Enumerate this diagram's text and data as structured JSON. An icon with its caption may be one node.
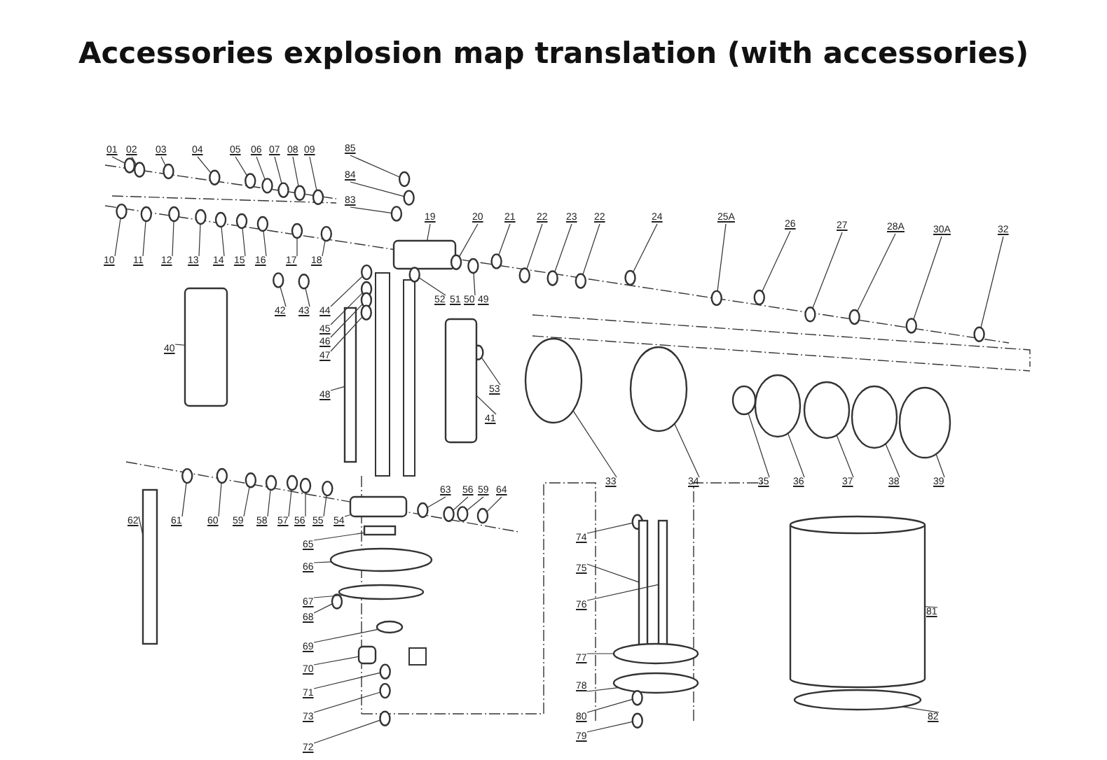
{
  "diagram": {
    "title": "Accessories explosion map translation (with accessories)",
    "nodes": [
      {
        "text": [
          "01"
        ]
      },
      {
        "text": [
          "02"
        ]
      },
      {
        "text": [
          "03"
        ]
      },
      {
        "text": [
          "04"
        ]
      },
      {
        "text": [
          "05"
        ]
      },
      {
        "text": [
          "06"
        ]
      },
      {
        "text": [
          "07"
        ]
      },
      {
        "text": [
          "08"
        ]
      },
      {
        "text": [
          "09"
        ]
      },
      {
        "text": [
          "10"
        ]
      },
      {
        "text": [
          "11"
        ]
      },
      {
        "text": [
          "12"
        ]
      },
      {
        "text": [
          "13"
        ]
      },
      {
        "text": [
          "14"
        ]
      },
      {
        "text": [
          "15"
        ]
      },
      {
        "text": [
          "16"
        ]
      },
      {
        "text": [
          "17"
        ]
      },
      {
        "text": [
          "18"
        ]
      },
      {
        "text": [
          "85"
        ]
      },
      {
        "text": [
          "84"
        ]
      },
      {
        "text": [
          "83"
        ]
      },
      {
        "text": [
          "19"
        ]
      },
      {
        "text": [
          "20"
        ]
      },
      {
        "text": [
          "21"
        ]
      },
      {
        "text": [
          "22"
        ]
      },
      {
        "text": [
          "23"
        ]
      },
      {
        "text": [
          "22"
        ]
      },
      {
        "text": [
          "24"
        ]
      },
      {
        "text": [
          "25A"
        ]
      },
      {
        "text": [
          "26"
        ]
      },
      {
        "text": [
          "27"
        ]
      },
      {
        "text": [
          "28A"
        ]
      },
      {
        "text": [
          "30A"
        ]
      },
      {
        "text": [
          "32"
        ]
      },
      {
        "text": [
          "52"
        ]
      },
      {
        "text": [
          "51"
        ]
      },
      {
        "text": [
          "50"
        ]
      },
      {
        "text": [
          "49"
        ]
      },
      {
        "text": [
          "40"
        ]
      },
      {
        "text": [
          "42"
        ]
      },
      {
        "text": [
          "43"
        ]
      },
      {
        "text": [
          "44"
        ]
      },
      {
        "text": [
          "45"
        ]
      },
      {
        "text": [
          "46"
        ]
      },
      {
        "text": [
          "47"
        ]
      },
      {
        "text": [
          "48"
        ]
      },
      {
        "text": [
          "53"
        ]
      },
      {
        "text": [
          "41"
        ]
      },
      {
        "text": [
          "33"
        ]
      },
      {
        "text": [
          "34"
        ]
      },
      {
        "text": [
          "35"
        ]
      },
      {
        "text": [
          "36"
        ]
      },
      {
        "text": [
          "37"
        ]
      },
      {
        "text": [
          "38"
        ]
      },
      {
        "text": [
          "39"
        ]
      },
      {
        "text": [
          "62"
        ]
      },
      {
        "text": [
          "61"
        ]
      },
      {
        "text": [
          "60"
        ]
      },
      {
        "text": [
          "59"
        ]
      },
      {
        "text": [
          "58"
        ]
      },
      {
        "text": [
          "57"
        ]
      },
      {
        "text": [
          "56"
        ]
      },
      {
        "text": [
          "55"
        ]
      },
      {
        "text": [
          "54"
        ]
      },
      {
        "text": [
          "63"
        ]
      },
      {
        "text": [
          "56"
        ]
      },
      {
        "text": [
          "59"
        ]
      },
      {
        "text": [
          "64"
        ]
      },
      {
        "text": [
          "65"
        ]
      },
      {
        "text": [
          "66"
        ]
      },
      {
        "text": [
          "67"
        ]
      },
      {
        "text": [
          "68"
        ]
      },
      {
        "text": [
          "69"
        ]
      },
      {
        "text": [
          "70"
        ]
      },
      {
        "text": [
          "71"
        ]
      },
      {
        "text": [
          "73"
        ]
      },
      {
        "text": [
          "72"
        ]
      },
      {
        "text": [
          "74"
        ]
      },
      {
        "text": [
          "75"
        ]
      },
      {
        "text": [
          "76"
        ]
      },
      {
        "text": [
          "77"
        ]
      },
      {
        "text": [
          "78"
        ]
      },
      {
        "text": [
          "80"
        ]
      },
      {
        "text": [
          "79"
        ]
      },
      {
        "text": [
          "81"
        ]
      },
      {
        "text": [
          "82"
        ]
      },
      {
        "text": [],
        "shape": "circle"
      },
      {
        "text": [],
        "shape": "circle"
      },
      {
        "text": [],
        "shape": "circle"
      },
      {
        "text": [],
        "shape": "circle"
      },
      {
        "text": [],
        "shape": "circle"
      },
      {
        "text": [],
        "shape": "circle"
      },
      {
        "text": [],
        "shape": "circle"
      },
      {
        "text": [],
        "shape": "circle"
      },
      {
        "text": [],
        "shape": "circle"
      },
      {
        "text": [],
        "shape": "circle"
      },
      {
        "text": [],
        "shape": "circle"
      },
      {
        "text": [],
        "shape": "circle"
      },
      {
        "text": [],
        "shape": "circle"
      },
      {
        "text": [],
        "shape": "circle"
      },
      {
        "text": [],
        "shape": "circle"
      },
      {
        "text": [],
        "shape": "circle"
      },
      {
        "text": [],
        "shape": "circle"
      },
      {
        "text": [],
        "shape": "circle"
      },
      {
        "text": [],
        "shape": "circle"
      },
      {
        "text": [],
        "shape": "circle"
      },
      {
        "text": [],
        "shape": "circle"
      },
      {
        "text": [],
        "shape": "box"
      },
      {
        "text": [],
        "shape": "circle"
      },
      {
        "text": [],
        "shape": "circle"
      },
      {
        "text": [],
        "shape": "circle"
      },
      {
        "text": [],
        "shape": "circle"
      },
      {
        "text": [],
        "shape": "circle"
      },
      {
        "text": [],
        "shape": "circle"
      },
      {
        "text": [],
        "shape": "circle"
      },
      {
        "text": [],
        "shape": "circle"
      },
      {
        "text": [],
        "shape": "circle"
      },
      {
        "text": [],
        "shape": "circle"
      },
      {
        "text": [],
        "shape": "circle"
      },
      {
        "text": [],
        "shape": "circle"
      },
      {
        "text": [],
        "shape": "circle"
      },
      {
        "text": [],
        "shape": "circle"
      },
      {
        "text": [],
        "shape": "box"
      },
      {
        "text": [],
        "shape": "circle"
      },
      {
        "text": [],
        "shape": "circle"
      },
      {
        "text": [],
        "shape": "circle"
      },
      {
        "text": [],
        "shape": "circle"
      },
      {
        "text": [],
        "shape": "circle"
      },
      {
        "text": [],
        "shape": "circle"
      },
      {
        "text": [],
        "shape": "bar"
      },
      {
        "text": [],
        "shape": "circle"
      },
      {
        "text": [],
        "shape": "box"
      },
      {
        "text": [],
        "shape": "circle"
      },
      {
        "text": [],
        "shape": "circle"
      },
      {
        "text": [],
        "shape": "circle"
      },
      {
        "text": [],
        "shape": "circle"
      },
      {
        "text": [],
        "shape": "circle"
      },
      {
        "text": [],
        "shape": "circle"
      },
      {
        "text": [],
        "shape": "circle"
      },
      {
        "text": [],
        "shape": "bar"
      },
      {
        "text": [],
        "shape": "circle"
      },
      {
        "text": [],
        "shape": "circle"
      },
      {
        "text": [],
        "shape": "circle"
      },
      {
        "text": [],
        "shape": "circle"
      },
      {
        "text": [],
        "shape": "circle"
      },
      {
        "text": [],
        "shape": "circle"
      },
      {
        "text": [],
        "shape": "circle"
      },
      {
        "text": [],
        "shape": "box"
      },
      {
        "text": [],
        "shape": "circle"
      },
      {
        "text": [],
        "shape": "circle"
      },
      {
        "text": [],
        "shape": "circle"
      },
      {
        "text": [],
        "shape": "circle"
      },
      {
        "text": [],
        "shape": "bar"
      },
      {
        "text": [],
        "shape": "circle"
      },
      {
        "text": [],
        "shape": "circle"
      },
      {
        "text": [],
        "shape": "circle"
      },
      {
        "text": [],
        "shape": "circle"
      },
      {
        "text": [],
        "shape": "box"
      },
      {
        "text": [],
        "shape": "circle"
      },
      {
        "text": [],
        "shape": "circle"
      },
      {
        "text": [],
        "shape": "circle"
      },
      {
        "text": [],
        "shape": "circle"
      },
      {
        "text": [],
        "shape": "bar"
      },
      {
        "text": [],
        "shape": "bar"
      },
      {
        "text": [],
        "shape": "circle"
      },
      {
        "text": [],
        "shape": "circle"
      },
      {
        "text": [],
        "shape": "circle"
      },
      {
        "text": [],
        "shape": "circle"
      },
      {
        "text": [],
        "shape": "cylinder"
      },
      {
        "text": [],
        "shape": "circle"
      }
    ],
    "edges": [
      {
        "from": 0,
        "to": 86,
        "arrow": "none"
      },
      {
        "from": 1,
        "to": 87,
        "arrow": "none"
      },
      {
        "from": 2,
        "to": 88,
        "arrow": "none"
      },
      {
        "from": 3,
        "to": 89,
        "arrow": "none"
      },
      {
        "from": 4,
        "to": 90,
        "arrow": "none"
      },
      {
        "from": 5,
        "to": 91,
        "arrow": "none"
      },
      {
        "from": 6,
        "to": 92,
        "arrow": "none"
      },
      {
        "from": 7,
        "to": 93,
        "arrow": "none"
      },
      {
        "from": 8,
        "to": 94,
        "arrow": "none"
      },
      {
        "from": 9,
        "to": 95,
        "arrow": "none"
      },
      {
        "from": 10,
        "to": 96,
        "arrow": "none"
      },
      {
        "from": 11,
        "to": 97,
        "arrow": "none"
      },
      {
        "from": 12,
        "to": 98,
        "arrow": "none"
      },
      {
        "from": 13,
        "to": 99,
        "arrow": "none"
      },
      {
        "from": 14,
        "to": 100,
        "arrow": "none"
      },
      {
        "from": 15,
        "to": 101,
        "arrow": "none"
      },
      {
        "from": 16,
        "to": 102,
        "arrow": "none"
      },
      {
        "from": 17,
        "to": 103,
        "arrow": "none"
      },
      {
        "from": 18,
        "to": 104,
        "arrow": "none"
      },
      {
        "from": 19,
        "to": 105,
        "arrow": "none"
      },
      {
        "from": 20,
        "to": 106,
        "arrow": "none"
      },
      {
        "from": 21,
        "to": 107,
        "arrow": "none"
      },
      {
        "from": 22,
        "to": 108,
        "arrow": "none"
      },
      {
        "from": 23,
        "to": 109,
        "arrow": "none"
      },
      {
        "from": 24,
        "to": 110,
        "arrow": "none"
      },
      {
        "from": 25,
        "to": 111,
        "arrow": "none"
      },
      {
        "from": 26,
        "to": 112,
        "arrow": "none"
      },
      {
        "from": 27,
        "to": 113,
        "arrow": "none"
      },
      {
        "from": 28,
        "to": 114,
        "arrow": "none"
      },
      {
        "from": 29,
        "to": 115,
        "arrow": "none"
      },
      {
        "from": 30,
        "to": 116,
        "arrow": "none"
      },
      {
        "from": 31,
        "to": 117,
        "arrow": "none"
      },
      {
        "from": 32,
        "to": 118,
        "arrow": "none"
      },
      {
        "from": 33,
        "to": 119,
        "arrow": "none"
      },
      {
        "from": 34,
        "to": 120,
        "arrow": "none"
      },
      {
        "from": 36,
        "to": 121,
        "arrow": "none"
      },
      {
        "from": 38,
        "to": 122,
        "arrow": "none"
      },
      {
        "from": 39,
        "to": 123,
        "arrow": "none"
      },
      {
        "from": 40,
        "to": 124,
        "arrow": "none"
      },
      {
        "from": 41,
        "to": 125,
        "arrow": "none"
      },
      {
        "from": 42,
        "to": 126,
        "arrow": "none"
      },
      {
        "from": 43,
        "to": 127,
        "arrow": "none"
      },
      {
        "from": 44,
        "to": 128,
        "arrow": "none"
      },
      {
        "from": 45,
        "to": 129,
        "arrow": "none"
      },
      {
        "from": 46,
        "to": 130,
        "arrow": "none"
      },
      {
        "from": 47,
        "to": 131,
        "arrow": "none"
      },
      {
        "from": 48,
        "to": 132,
        "arrow": "none"
      },
      {
        "from": 49,
        "to": 133,
        "arrow": "none"
      },
      {
        "from": 50,
        "to": 134,
        "arrow": "none"
      },
      {
        "from": 51,
        "to": 135,
        "arrow": "none"
      },
      {
        "from": 52,
        "to": 136,
        "arrow": "none"
      },
      {
        "from": 53,
        "to": 137,
        "arrow": "none"
      },
      {
        "from": 54,
        "to": 138,
        "arrow": "none"
      },
      {
        "from": 55,
        "to": 139,
        "arrow": "none"
      },
      {
        "from": 56,
        "to": 140,
        "arrow": "none"
      },
      {
        "from": 57,
        "to": 141,
        "arrow": "none"
      },
      {
        "from": 58,
        "to": 142,
        "arrow": "none"
      },
      {
        "from": 59,
        "to": 143,
        "arrow": "none"
      },
      {
        "from": 60,
        "to": 144,
        "arrow": "none"
      },
      {
        "from": 61,
        "to": 145,
        "arrow": "none"
      },
      {
        "from": 62,
        "to": 146,
        "arrow": "none"
      },
      {
        "from": 63,
        "to": 147,
        "arrow": "none"
      },
      {
        "from": 64,
        "to": 148,
        "arrow": "none"
      },
      {
        "from": 65,
        "to": 149,
        "arrow": "none"
      },
      {
        "from": 66,
        "to": 150,
        "arrow": "none"
      },
      {
        "from": 67,
        "to": 151,
        "arrow": "none"
      },
      {
        "from": 68,
        "to": 152,
        "arrow": "none"
      },
      {
        "from": 69,
        "to": 153,
        "arrow": "none"
      },
      {
        "from": 70,
        "to": 154,
        "arrow": "none"
      },
      {
        "from": 71,
        "to": 155,
        "arrow": "none"
      },
      {
        "from": 72,
        "to": 156,
        "arrow": "none"
      },
      {
        "from": 73,
        "to": 157,
        "arrow": "none"
      },
      {
        "from": 74,
        "to": 158,
        "arrow": "none"
      },
      {
        "from": 75,
        "to": 159,
        "arrow": "none"
      },
      {
        "from": 76,
        "to": 160,
        "arrow": "none"
      },
      {
        "from": 77,
        "to": 161,
        "arrow": "none"
      },
      {
        "from": 78,
        "to": 162,
        "arrow": "none"
      },
      {
        "from": 79,
        "to": 163,
        "arrow": "none"
      },
      {
        "from": 80,
        "to": 164,
        "arrow": "none"
      },
      {
        "from": 81,
        "to": 165,
        "arrow": "none"
      },
      {
        "from": 82,
        "to": 166,
        "arrow": "none"
      },
      {
        "from": 83,
        "to": 167,
        "arrow": "none"
      },
      {
        "from": 84,
        "to": 168,
        "arrow": "none"
      },
      {
        "from": 85,
        "to": 169,
        "arrow": "none"
      }
    ]
  }
}
